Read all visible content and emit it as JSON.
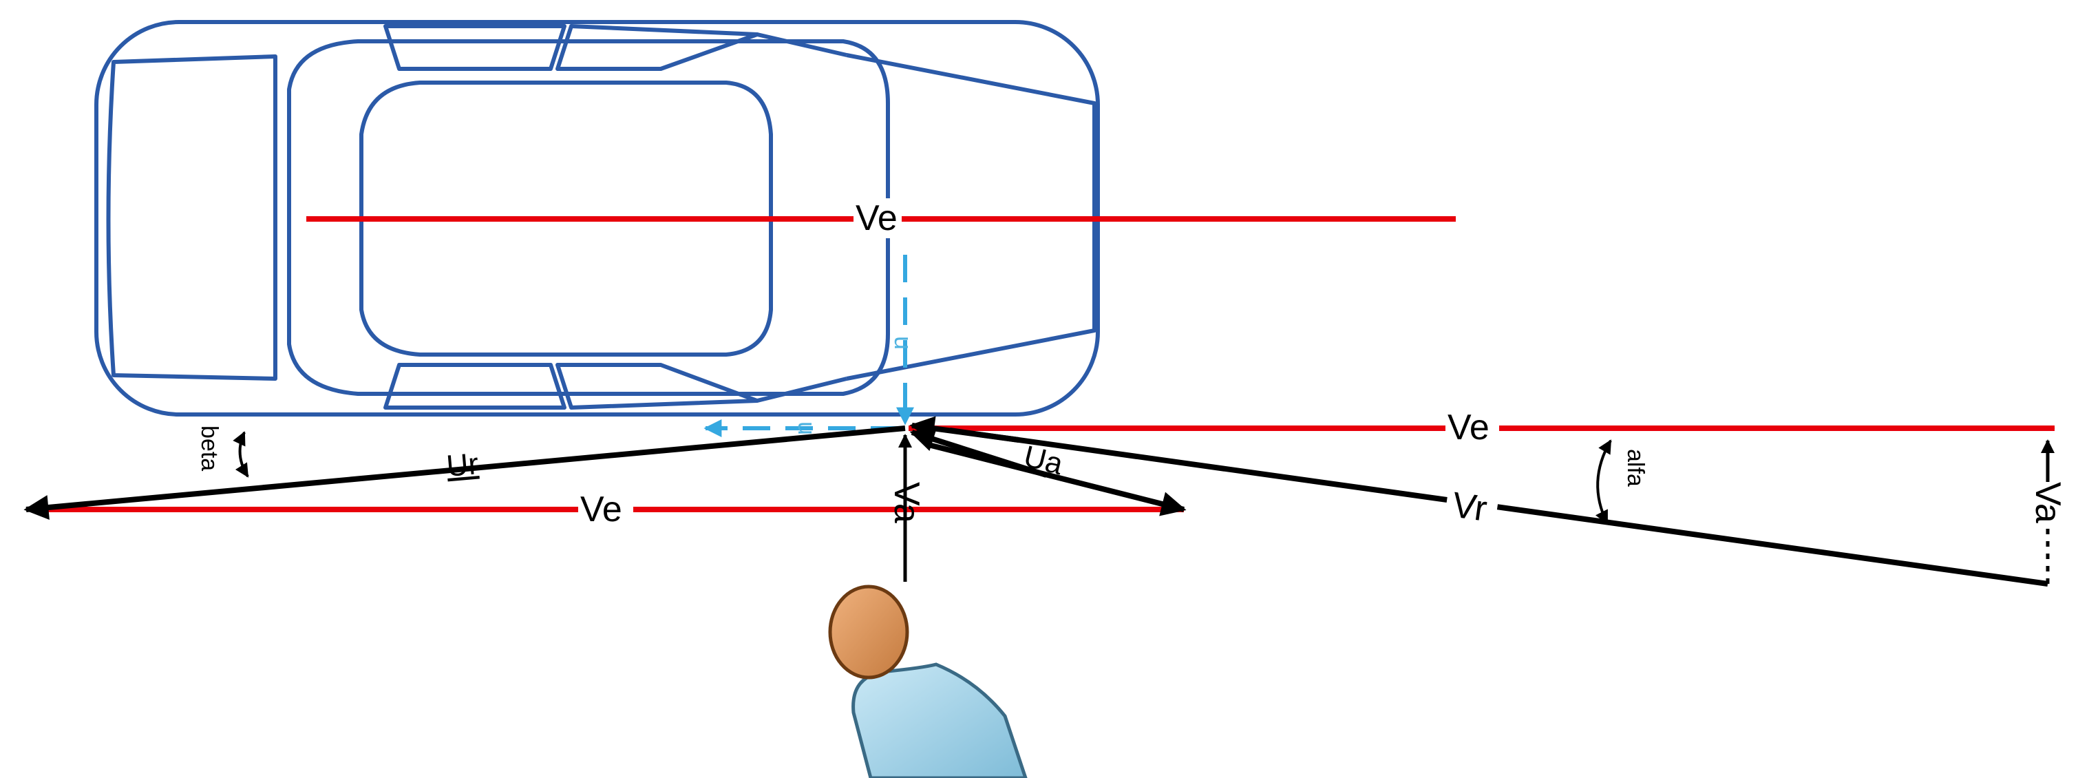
{
  "labels": {
    "ve_car": "Ve",
    "ve_right": "Ve",
    "ve_left": "Ve",
    "ur": "Ur",
    "ua": "Ua",
    "va_center": "Va",
    "va_right": "Va",
    "vr": "Vr",
    "alfa": "alfa",
    "beta": "beta",
    "u_vertical": "u",
    "u_horizontal": "u"
  },
  "colors": {
    "car_outline": "#2b5aa8",
    "velocity_red": "#e8000b",
    "vector_black": "#000000",
    "component_blue": "#35a8e0",
    "person_head": "#d9925a",
    "person_body": "#a9d6ea"
  }
}
